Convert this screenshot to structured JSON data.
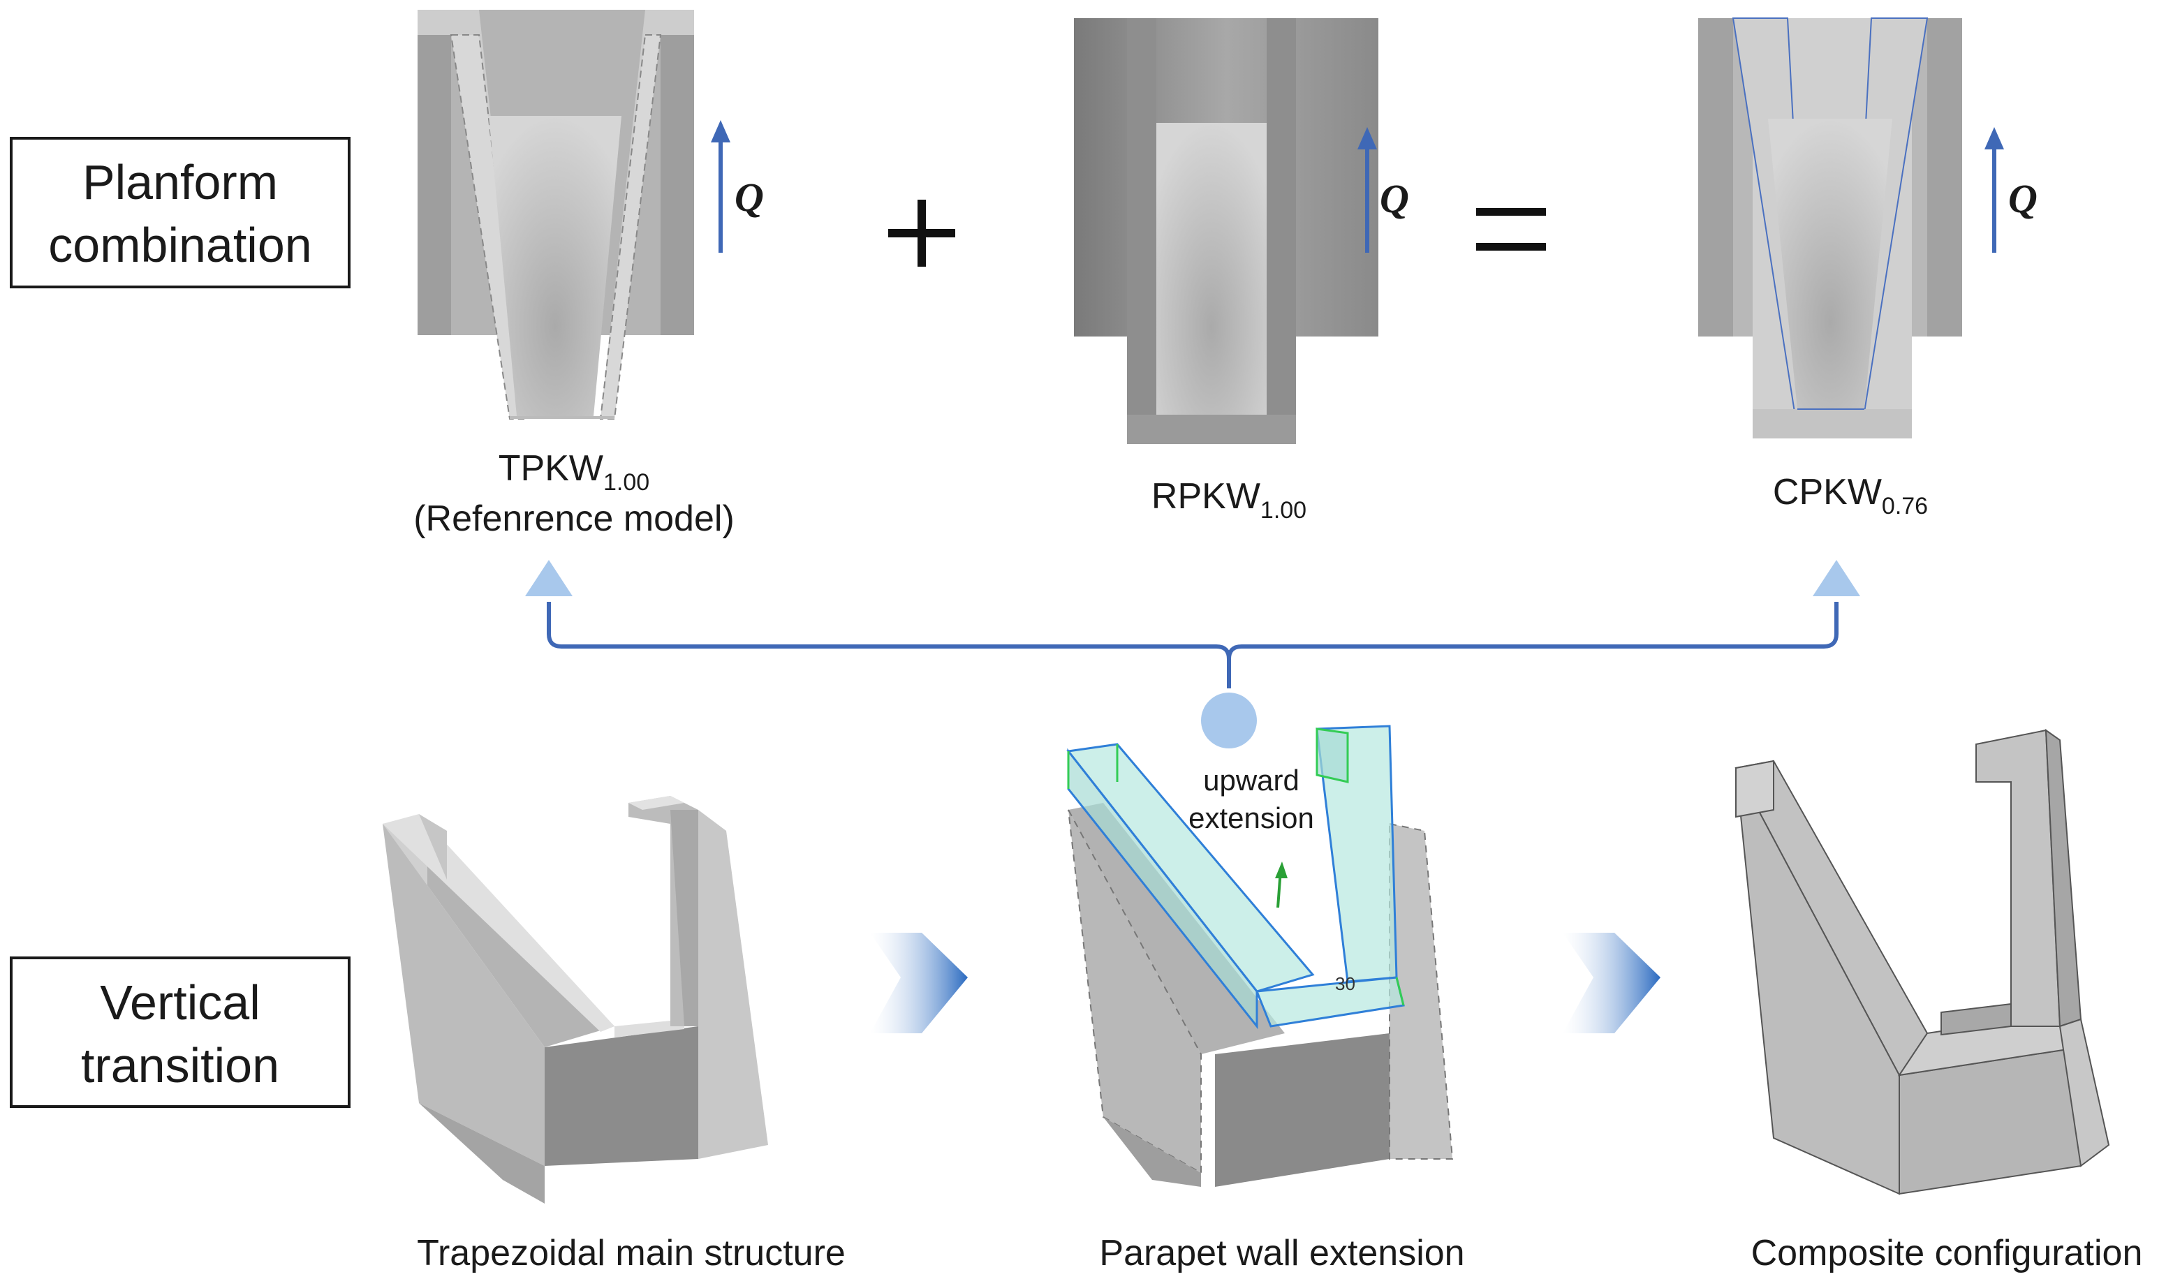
{
  "rows": {
    "top": {
      "label_line1": "Planform",
      "label_line2": "combination"
    },
    "bottom": {
      "label_line1": "Vertical",
      "label_line2": "transition"
    }
  },
  "planforms": {
    "tpkw": {
      "base": "TPKW",
      "sub": "1.00",
      "note": "(Refenrence model)"
    },
    "rpkw": {
      "base": "RPKW",
      "sub": "1.00"
    },
    "cpkw": {
      "base": "CPKW",
      "sub": "0.76"
    }
  },
  "flow_symbol": "Q",
  "operators": {
    "plus": "+",
    "equals": "="
  },
  "stages": {
    "main": "Trapezoidal main structure",
    "parapet": "Parapet wall extension",
    "composite": "Composite configuration"
  },
  "annotation": {
    "line1": "upward",
    "line2": "extension"
  },
  "dimension_label": "30",
  "colors": {
    "accent_blue": "#3f68b6",
    "connector_node": "#a8c8ec",
    "highlight_cyan": "#b6e8e0",
    "highlight_edge": "#2f7fd8",
    "model_gray": "#b8b8b8"
  }
}
